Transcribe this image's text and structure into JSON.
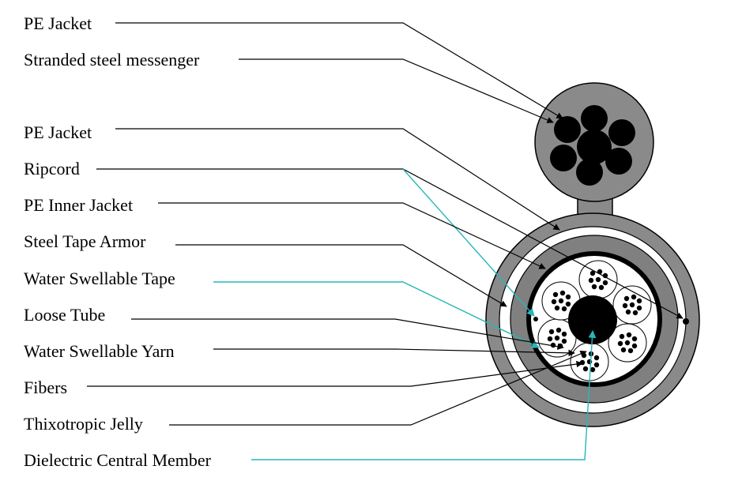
{
  "labels": {
    "pe_jacket_top": "PE Jacket",
    "stranded_steel_messenger": "Stranded steel messenger",
    "pe_jacket": "PE Jacket",
    "ripcord": "Ripcord",
    "pe_inner_jacket": "PE Inner Jacket",
    "steel_tape_armor": "Steel Tape Armor",
    "water_swellable_tape": "Water Swellable Tape",
    "loose_tube": "Loose Tube",
    "water_swellable_yarn": "Water Swellable Yarn",
    "fibers": "Fibers",
    "thixotropic_jelly": "Thixotropic Jelly",
    "dielectric_central_member": "Dielectric Central Member"
  },
  "colors": {
    "jacket_gray": "#8a8a8a",
    "inner_gray": "#7f7f7f",
    "black": "#000000",
    "white": "#ffffff",
    "cyan_leader": "#26b7b9"
  }
}
